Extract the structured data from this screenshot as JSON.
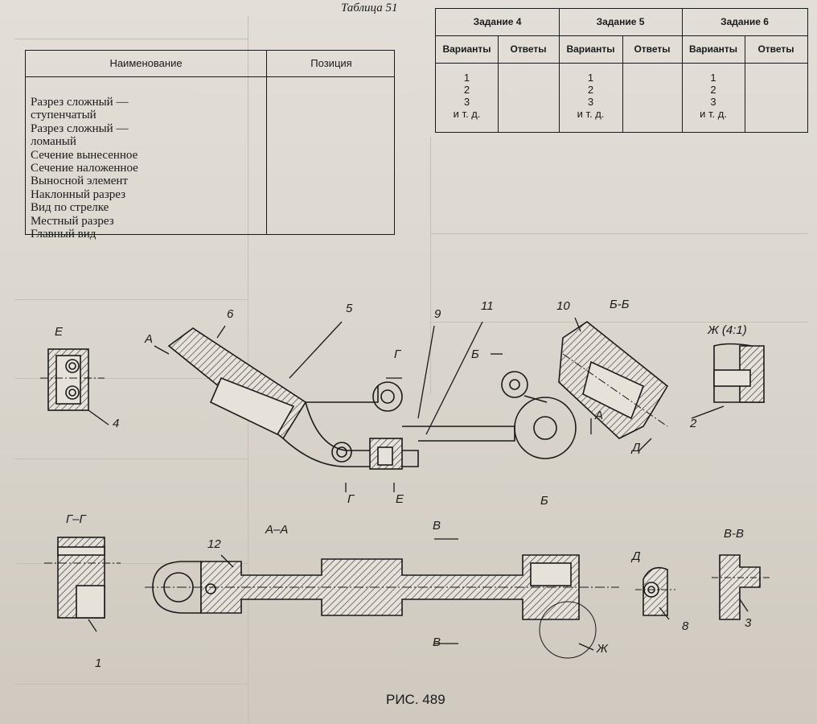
{
  "table_caption": "Таблица 51",
  "table51": {
    "headers": [
      "Наименование",
      "Позиция"
    ],
    "items": [
      "Разрез сложный —",
      "ступенчатый",
      "Разрез сложный —",
      "ломаный",
      "Сечение вынесенное",
      "Сечение наложенное",
      "Выносной элемент",
      "Наклонный разрез",
      "Вид по стрелке",
      "Местный разрез",
      "Главный вид"
    ]
  },
  "tasks_table": {
    "tasks": [
      "Задание 4",
      "Задание 5",
      "Задание 6"
    ],
    "col_variants": "Варианты",
    "col_answers": "Ответы",
    "values": [
      "1",
      "2",
      "3",
      "и т. д."
    ]
  },
  "view_labels": {
    "E": "Е",
    "B_B": "Б-Б",
    "Zh_scale": "Ж (4:1)",
    "G_G": "Г–Г",
    "A_A": "А–А",
    "D": "Д",
    "V_V": "В-В",
    "A": "А",
    "G": "Г",
    "B": "Б",
    "V": "В",
    "Zh": "Ж"
  },
  "positions": [
    "1",
    "2",
    "3",
    "4",
    "5",
    "6",
    "8",
    "9",
    "10",
    "11",
    "12"
  ],
  "figure_caption": "РИС. 489"
}
